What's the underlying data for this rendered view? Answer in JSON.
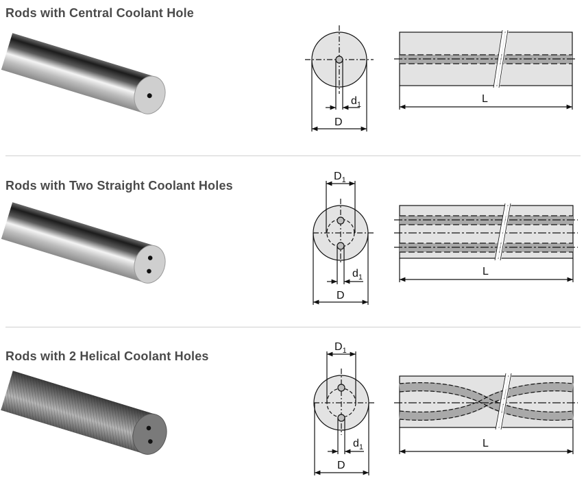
{
  "sections": [
    {
      "title": "Rods with Central Coolant Hole",
      "labels": {
        "D": "D",
        "d": "d",
        "d_sub": "1",
        "L": "L"
      }
    },
    {
      "title": "Rods with Two Straight Coolant Holes",
      "labels": {
        "D": "D",
        "D1": "D",
        "D1_sub": "1",
        "d": "d",
        "d_sub": "1",
        "L": "L"
      }
    },
    {
      "title": "Rods with 2 Helical Coolant Holes",
      "labels": {
        "D": "D",
        "D1": "D",
        "D1_sub": "1",
        "d": "d",
        "d_sub": "1",
        "L": "L"
      }
    }
  ],
  "colors": {
    "title": "#4a4a4a",
    "diagram_fill": "#e3e3e3",
    "channel_fill": "#a9a9a9"
  }
}
